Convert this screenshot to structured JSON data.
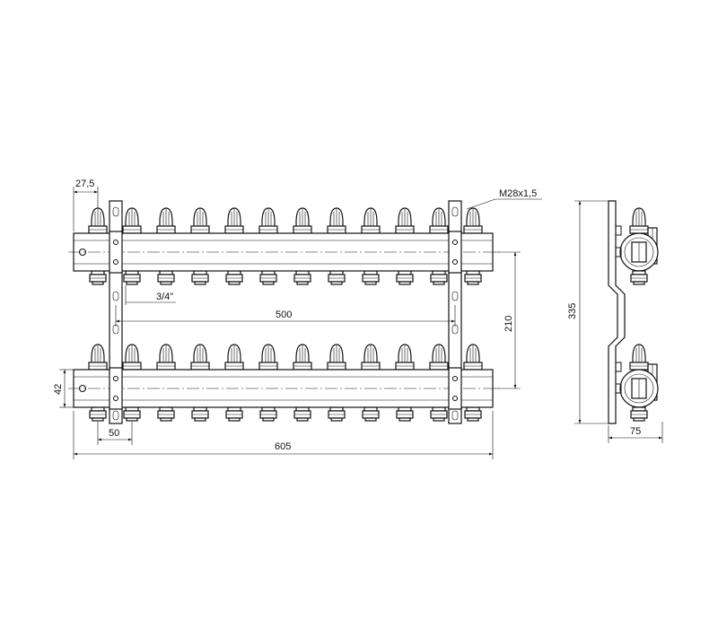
{
  "drawing": {
    "outlet_count": 12,
    "dimensions": {
      "outlet_pitch": "50",
      "bar_height": "42",
      "end_offset": "27,5",
      "thread": "M28x1,5",
      "inlet_size": "3/4\"",
      "bracket_spacing": "500",
      "bar_spacing": "210",
      "overall_length": "605",
      "overall_height": "335",
      "depth": "75"
    }
  }
}
